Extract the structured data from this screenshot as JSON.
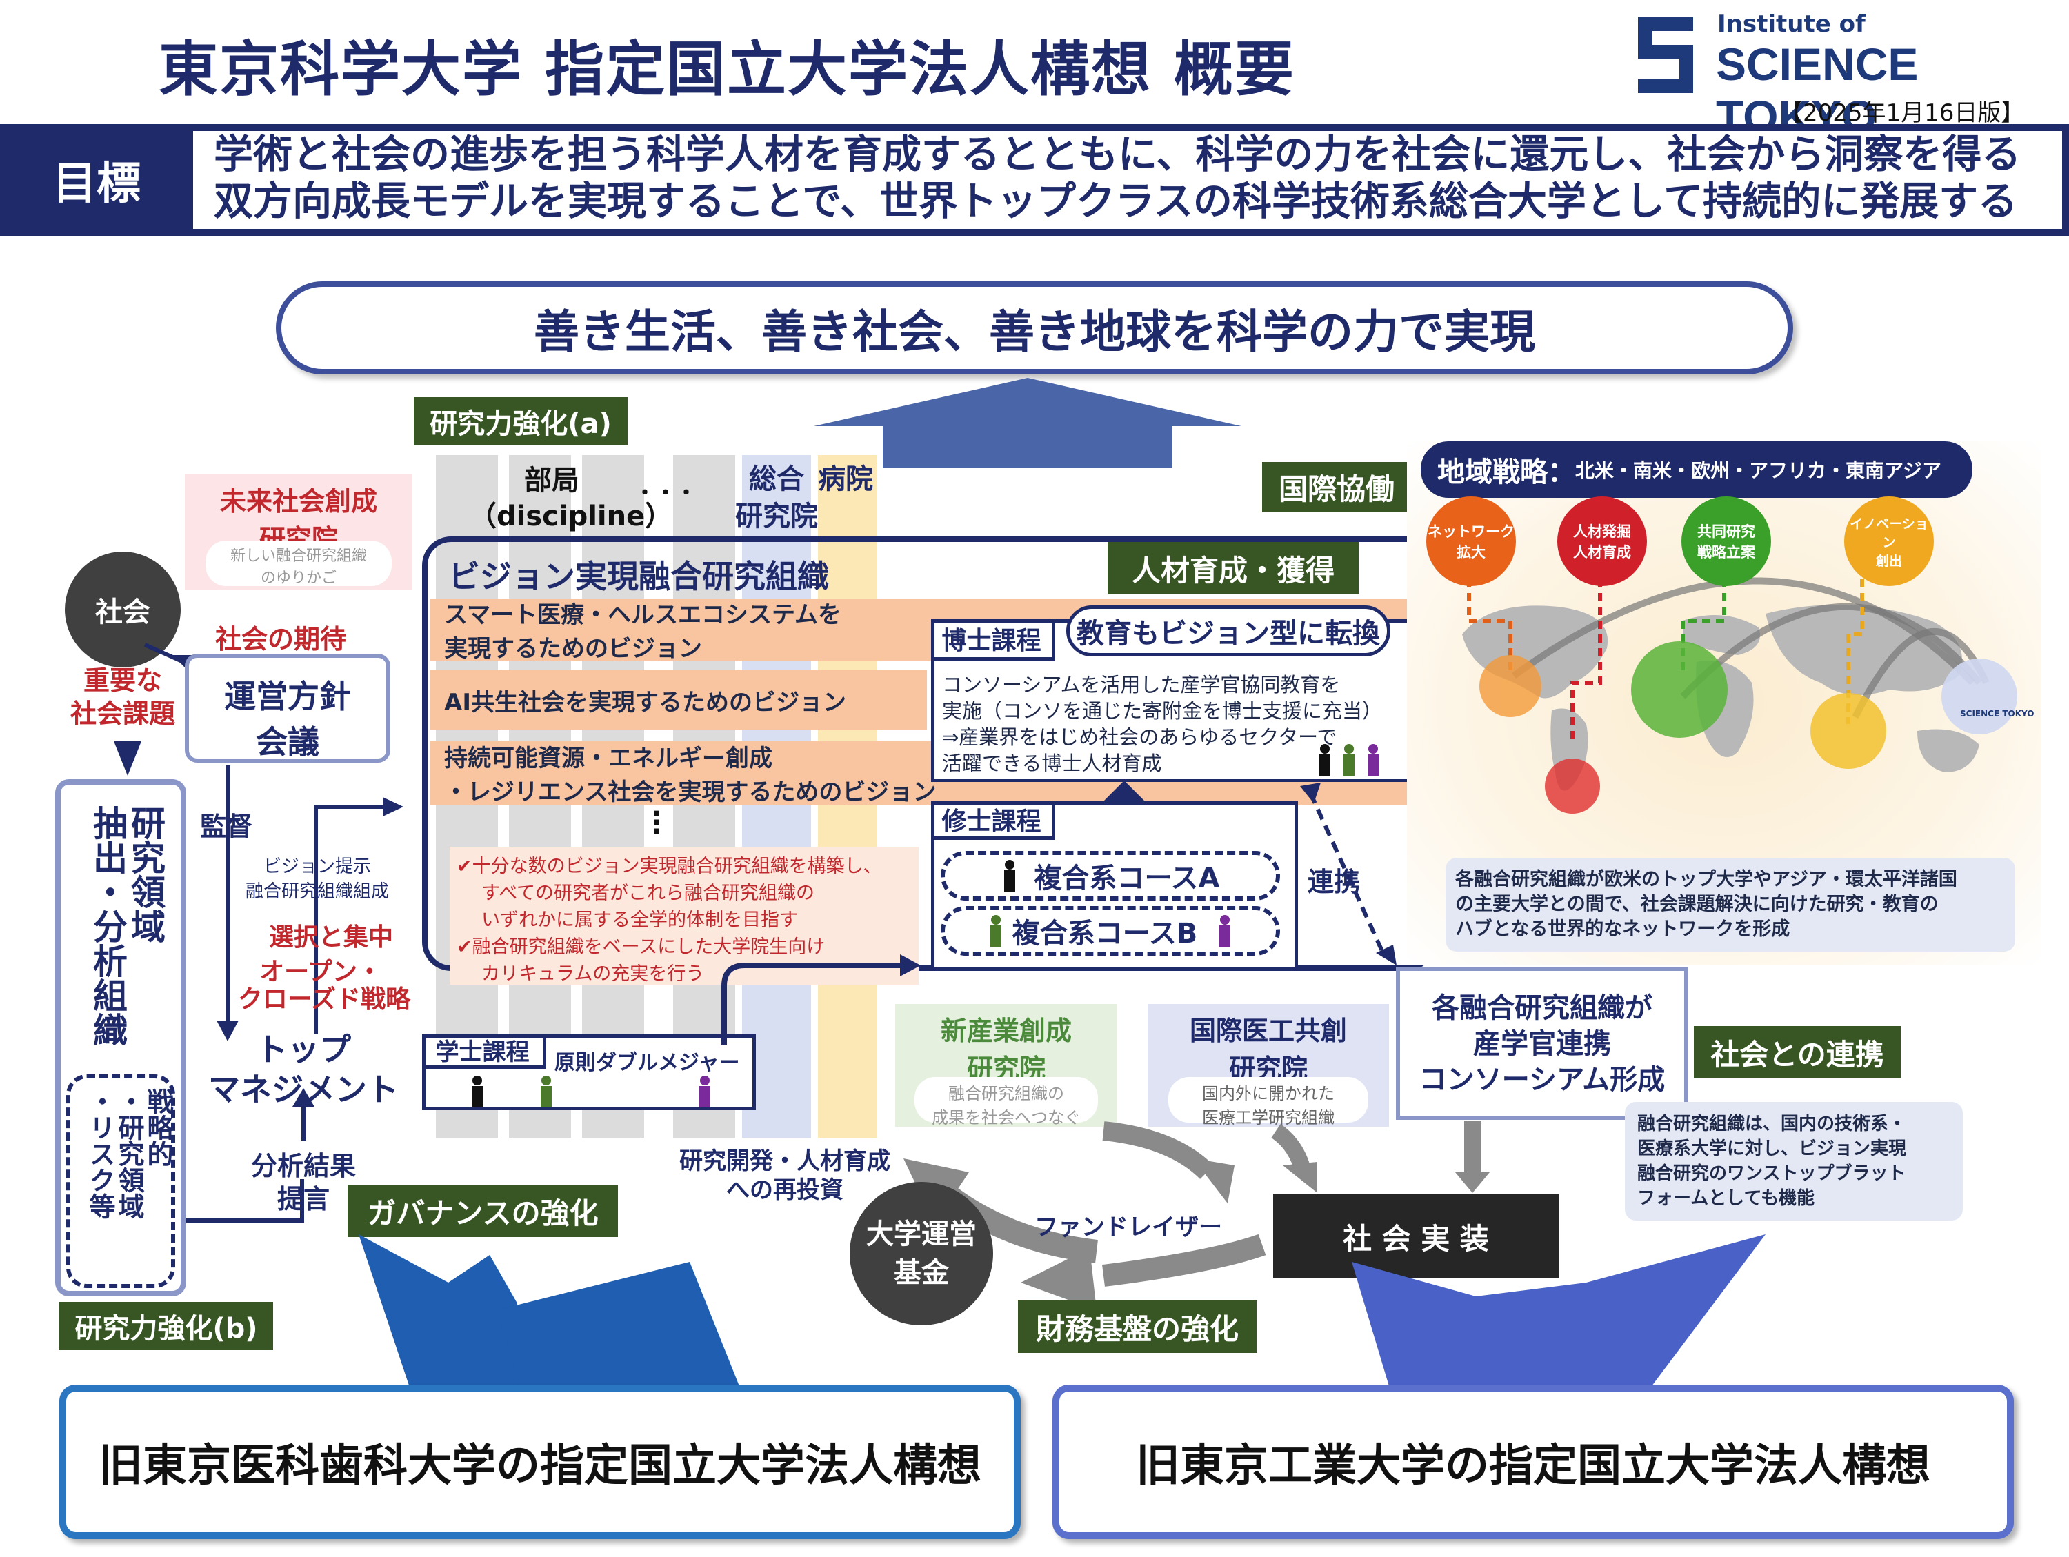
{
  "header": {
    "title": "東京科学大学 指定国立大学法人構想 概要",
    "logo_small": "Institute of",
    "logo_large": "SCIENCE TOKYO",
    "version": "【2025年1月16日版】"
  },
  "goal": {
    "label": "目標",
    "line1": "学術と社会の進歩を担う科学人材を育成するとともに、科学の力を社会に還元し、社会から洞察を得る",
    "line2": "双方向成長モデルを実現することで、世界トップクラスの科学技術系総合大学として持続的に発展する"
  },
  "vision_banner": "善き生活、善き社会、善き地球を科学の力で実現",
  "research_a": "研究力強化(a)",
  "research_b": "研究力強化(b)",
  "columns": {
    "bukyoku": "部局",
    "discipline": "（discipline）",
    "dots": "・・・",
    "sogo1": "総合",
    "sogo2": "研究院",
    "hospital": "病院"
  },
  "future": {
    "title1": "未来社会創成",
    "title2": "研究院",
    "sub1": "新しい融合研究組織",
    "sub2": "のゆりかご"
  },
  "society": "社会",
  "society_expect": "社会の期待",
  "important_issue1": "重要な",
  "important_issue2": "社会課題",
  "policy1": "運営方針",
  "policy2": "会議",
  "kantoku": "監督",
  "vision_offer1": "ビジョン提示",
  "vision_offer2": "融合研究組織組成",
  "selection": "選択と集中",
  "open_closed1": "オープン・",
  "open_closed2": "クローズド戦略",
  "top_mgmt1": "トップ",
  "top_mgmt2": "マネジメント",
  "analysis1": "分析結果",
  "analysis2": "提言",
  "extract": {
    "col1": "研究領域",
    "col2": "抽出・分析組織",
    "inner1": "戦略的",
    "inner2": "・研究領域",
    "inner3": "・リスク等"
  },
  "vision_org": {
    "title": "ビジョン実現融合研究組織",
    "band1a": "スマート医療・ヘルスエコシステムを",
    "band1b": "実現するためのビジョン",
    "band2": "AI共生社会を実現するためのビジョン",
    "band3a": "持続可能資源・エネルギー創成",
    "band3b": "・レジリエンス社会を実現するためのビジョン",
    "vdots": "⋮",
    "note1": "✔十分な数のビジョン実現融合研究組織を構築し、",
    "note2": "すべての研究者がこれら融合研究組織の",
    "note3": "いずれかに属する全学的体制を目指す",
    "note4": "✔融合研究組織をベースにした大学院生向け",
    "note5": "カリキュラムの充実を行う"
  },
  "hr": {
    "label": "人材育成・獲得",
    "edu_banner": "教育もビジョン型に転換",
    "phd": "博士課程",
    "phd1": "コンソーシアムを活用した産学官協同教育を",
    "phd2": "実施（コンソを通じた寄附金を博士支援に充当）",
    "phd3": "⇒産業界をはじめ社会のあらゆるセクターで",
    "phd4": "活躍できる博士人材育成",
    "master": "修士課程",
    "courseA": "複合系コースA",
    "courseB": "複合系コースB",
    "bachelor": "学士課程",
    "double_major": "原則ダブルメジャー"
  },
  "renkei": "連携",
  "international": "国際協働",
  "regional": {
    "title": "地域戦略：",
    "regions": "北米・南米・欧州・アフリカ・東南アジア",
    "c1a": "ネットワーク",
    "c1b": "拡大",
    "c2a": "人材発掘",
    "c2b": "人材育成",
    "c3a": "共同研究",
    "c3b": "戦略立案",
    "c4a": "イノベーション",
    "c4b": "創出",
    "map_logo": "SCIENCE TOKYO",
    "desc1": "各融合研究組織が欧米のトップ大学やアジア・環太平洋諸国",
    "desc2": "の主要大学との間で、社会課題解決に向けた研究・教育の",
    "desc3": "ハブとなる世界的なネットワークを形成"
  },
  "consortium": {
    "l1": "各融合研究組織が",
    "l2": "産学官連携",
    "l3": "コンソーシアム形成"
  },
  "society_link": "社会との連携",
  "onestop": {
    "l1": "融合研究組織は、国内の技術系・",
    "l2": "医療系大学に対し、ビジョン実現",
    "l3": "融合研究のワンストップブラット",
    "l4": "フォームとしても機能"
  },
  "new_industry": {
    "t1": "新産業創成",
    "t2": "研究院",
    "s1": "融合研究組織の",
    "s2": "成果を社会へつなぐ"
  },
  "medeng": {
    "t1": "国際医工共創",
    "t2": "研究院",
    "s1": "国内外に開かれた",
    "s2": "医療工学研究組織"
  },
  "reinvest1": "研究開発・人材育成",
  "reinvest2": "への再投資",
  "fund1": "大学運営",
  "fund2": "基金",
  "fundraiser": "ファンドレイザー",
  "implementation": "社 会 実 装",
  "governance": "ガバナンスの強化",
  "finance": "財務基盤の強化",
  "bottom_left": "旧東京医科歯科大学の指定国立大学法人構想",
  "bottom_right": "旧東京工業大学の指定国立大学法人構想",
  "colors": {
    "navy": "#1f2a6a",
    "green": "#375623",
    "orange": "#f9c4a0",
    "red": "#c0282d"
  }
}
